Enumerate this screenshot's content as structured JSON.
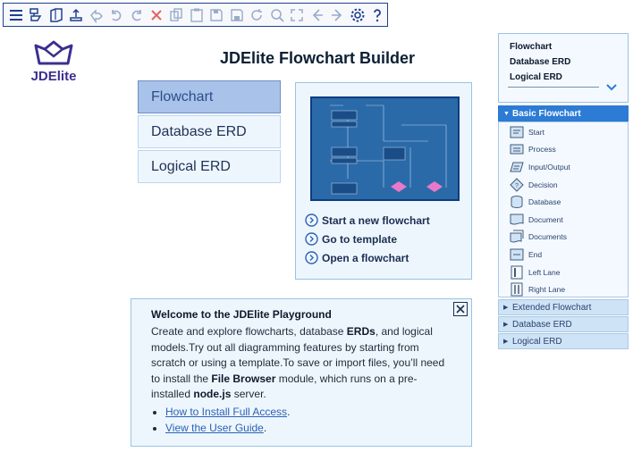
{
  "toolbar": {
    "buttons": [
      "menu-icon",
      "flowchart-icon",
      "open-icon",
      "upload-icon",
      "share-icon",
      "undo-icon",
      "redo-icon",
      "delete-icon",
      "copy-icon",
      "paste-icon",
      "save-icon",
      "save-as-icon",
      "refresh-icon",
      "zoom-icon",
      "fullscreen-icon",
      "back-icon",
      "forward-icon",
      "settings-icon",
      "help-icon"
    ]
  },
  "logo": {
    "text": "JDElite"
  },
  "page_title": "JDElite Flowchart Builder",
  "nav": {
    "items": [
      {
        "label": "Flowchart",
        "active": true
      },
      {
        "label": "Database ERD",
        "active": false
      },
      {
        "label": "Logical ERD",
        "active": false
      }
    ]
  },
  "preview": {
    "links": [
      {
        "label": "Start a new flowchart"
      },
      {
        "label": "Go to template"
      },
      {
        "label": "Open a flowchart"
      }
    ]
  },
  "welcome": {
    "title": "Welcome to the JDElite Playground",
    "text_1": "Create and explore flowcharts, database ",
    "bold_1": "ERDs",
    "text_2": ", and logical models.Try out all diagramming features by starting from scratch or using a template.To save or import files, you’ll need to install the ",
    "bold_2": "File Browser",
    "text_3": " module, which runs on a pre-installed ",
    "bold_3": "node.js",
    "text_4": " server.",
    "links": [
      "How to Install Full Access",
      "View the User Guide"
    ]
  },
  "diagram_types": {
    "items": [
      "Flowchart",
      "Database ERD",
      "Logical ERD"
    ]
  },
  "shapes_panel": {
    "open_section": "Basic Flowchart",
    "shapes": [
      "Start",
      "Process",
      "Input/Output",
      "Decision",
      "Database",
      "Document",
      "Documents",
      "End",
      "Left Lane",
      "Right Lane"
    ],
    "collapsed_sections": [
      "Extended Flowchart",
      "Database ERD",
      "Logical ERD"
    ]
  },
  "colors": {
    "accent": "#2c7bd5",
    "nav_active": "#a9c2e9",
    "panel_bg": "#eef6fd",
    "logo": "#3b2f8f"
  }
}
